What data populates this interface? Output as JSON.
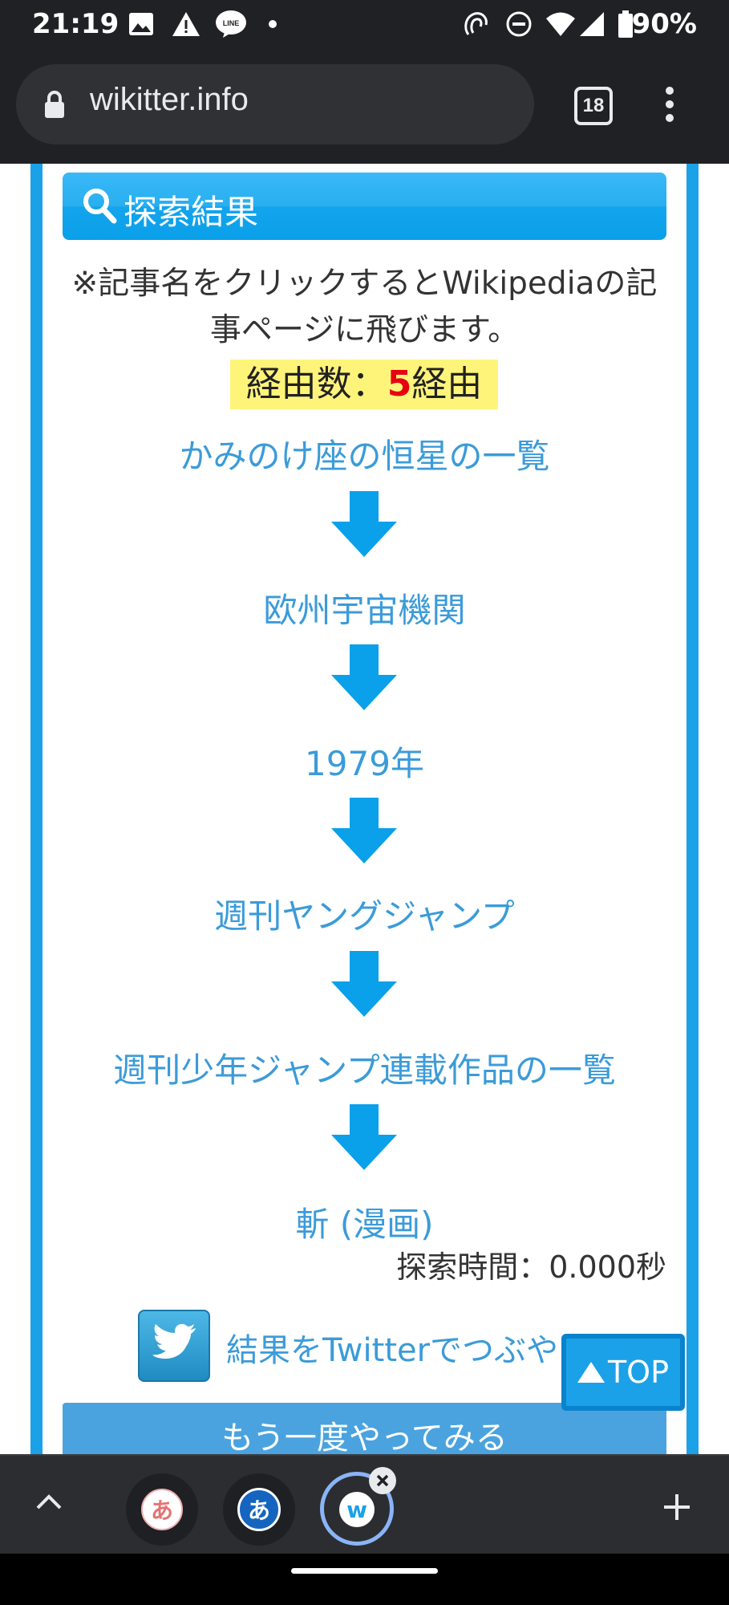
{
  "status_bar": {
    "time": "21:19",
    "battery": "90%"
  },
  "browser": {
    "url": "wikitter.info",
    "tab_count": "18"
  },
  "result": {
    "header_title": "探索結果",
    "note": "※記事名をクリックするとWikipediaの記事ページに飛びます。",
    "route_count_label": "経由数：",
    "route_count_value": "5",
    "route_count_unit": "経由",
    "articles": [
      "かみのけ座の恒星の一覧",
      "欧州宇宙機関",
      "1979年",
      "週刊ヤングジャンプ",
      "週刊少年ジャンプ連載作品の一覧",
      "斬 (漫画)"
    ],
    "search_time": "探索時間：0.000秒",
    "tweet_label": "結果をTwitterでつぶやく",
    "top_button": "TOP",
    "retry_button": "もう一度やってみる"
  },
  "tab_strip": {
    "tab1_glyph": "あ",
    "tab2_glyph": "あ",
    "tab3_glyph": "w"
  },
  "colors": {
    "accent_blue": "#1ba1e8",
    "link_blue": "#3b9bd9",
    "highlight_yellow": "#fff47a",
    "count_red": "#e60012"
  }
}
